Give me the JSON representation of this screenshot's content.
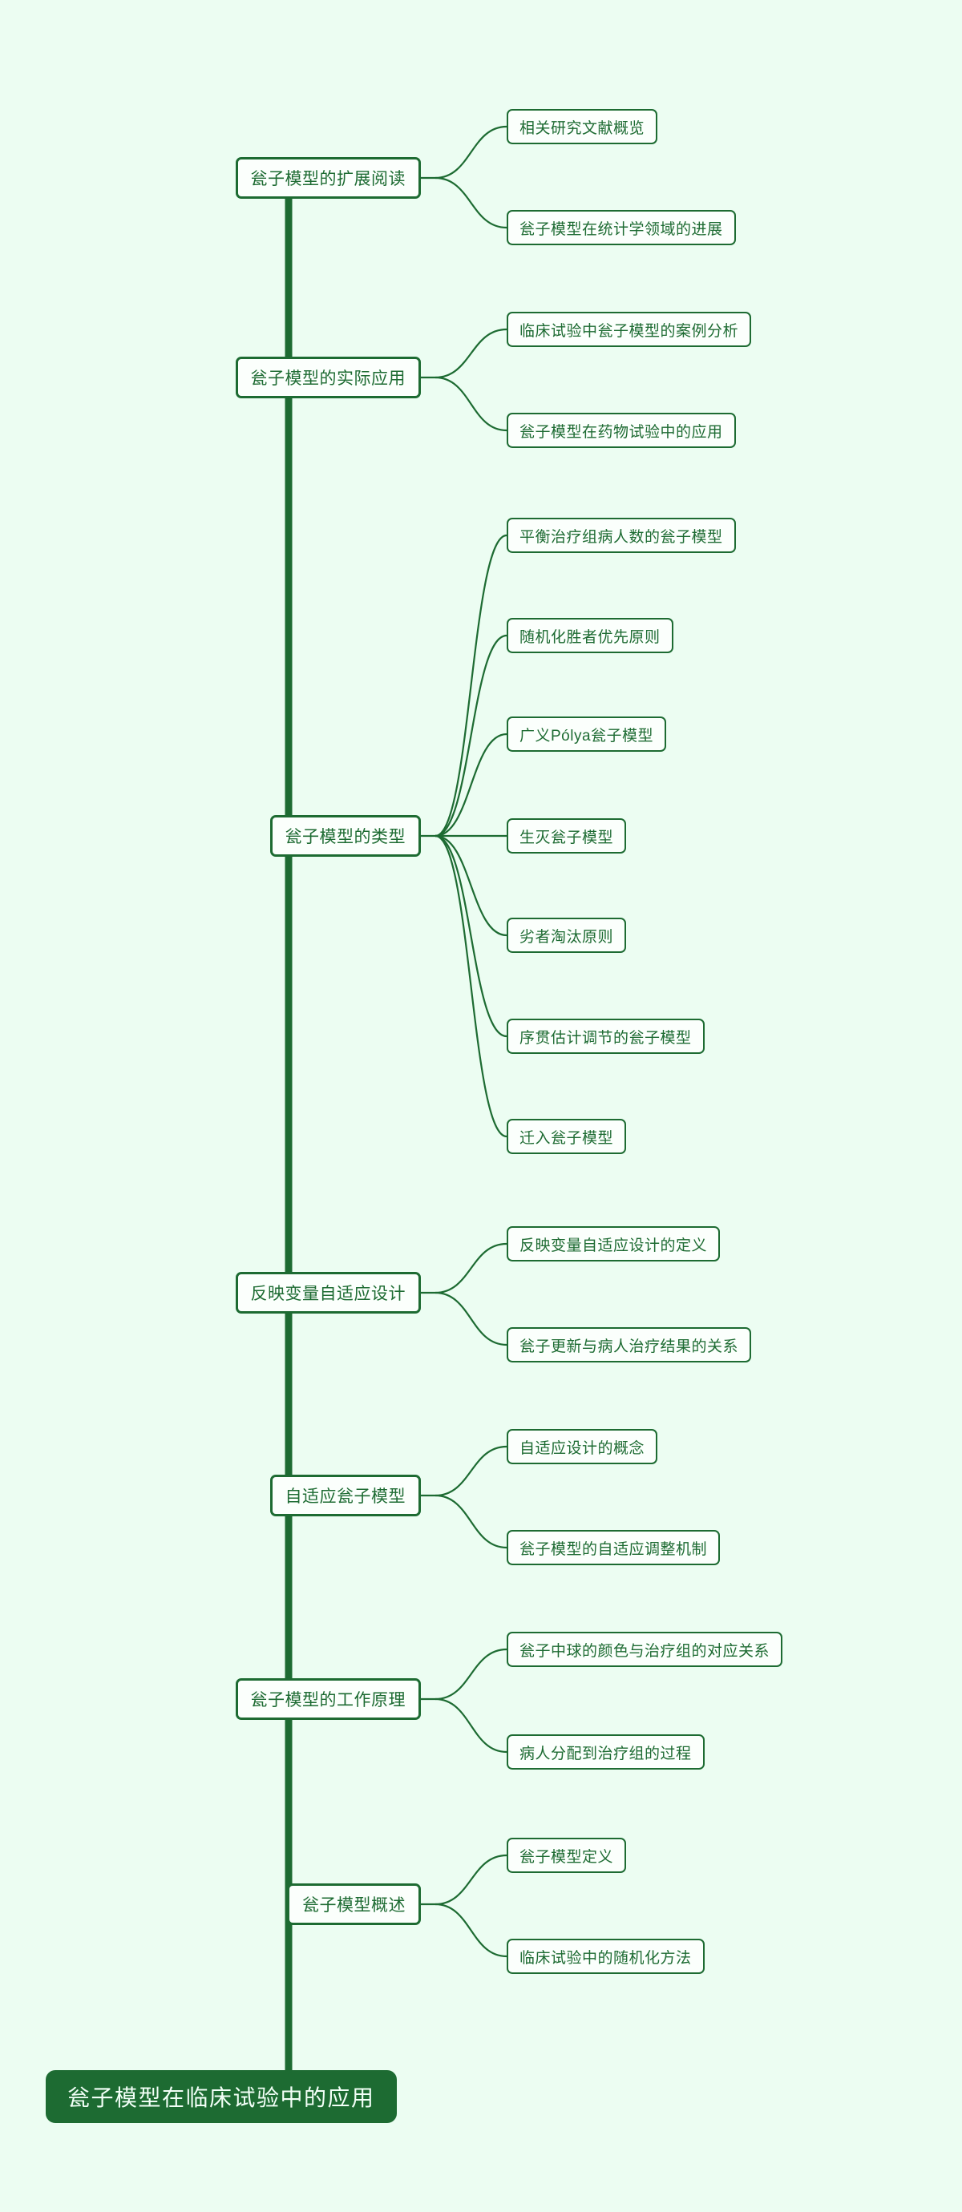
{
  "diagram": {
    "type": "mindmap",
    "title": "瓮子模型在临床试验中的应用",
    "orientation": "vertical-spine-left-root-bottom",
    "colors": {
      "background": "#ecfdf2",
      "node_fill": "#fbfffc",
      "node_border": "#1d6b32",
      "node_text": "#1d6b32",
      "root_fill": "#1d6b32",
      "root_text": "#f2fff7",
      "spine": "#1d6b32"
    },
    "root": {
      "label": "瓮子模型在临床试验中的应用"
    },
    "branches": [
      {
        "label": "瓮子模型的扩展阅读",
        "children": [
          {
            "label": "相关研究文献概览"
          },
          {
            "label": "瓮子模型在统计学领域的进展"
          }
        ]
      },
      {
        "label": "瓮子模型的实际应用",
        "children": [
          {
            "label": "临床试验中瓮子模型的案例分析"
          },
          {
            "label": "瓮子模型在药物试验中的应用"
          }
        ]
      },
      {
        "label": "瓮子模型的类型",
        "children": [
          {
            "label": "平衡治疗组病人数的瓮子模型"
          },
          {
            "label": "随机化胜者优先原则"
          },
          {
            "label": "广义Pólya瓮子模型"
          },
          {
            "label": "生灭瓮子模型"
          },
          {
            "label": "劣者淘汰原则"
          },
          {
            "label": "序贯估计调节的瓮子模型"
          },
          {
            "label": "迁入瓮子模型"
          }
        ]
      },
      {
        "label": "反映变量自适应设计",
        "children": [
          {
            "label": "反映变量自适应设计的定义"
          },
          {
            "label": "瓮子更新与病人治疗结果的关系"
          }
        ]
      },
      {
        "label": "自适应瓮子模型",
        "children": [
          {
            "label": "自适应设计的概念"
          },
          {
            "label": "瓮子模型的自适应调整机制"
          }
        ]
      },
      {
        "label": "瓮子模型的工作原理",
        "children": [
          {
            "label": "瓮子中球的颜色与治疗组的对应关系"
          },
          {
            "label": "病人分配到治疗组的过程"
          }
        ]
      },
      {
        "label": "瓮子模型概述",
        "children": [
          {
            "label": "瓮子模型定义"
          },
          {
            "label": "临床试验中的随机化方法"
          }
        ]
      }
    ]
  }
}
